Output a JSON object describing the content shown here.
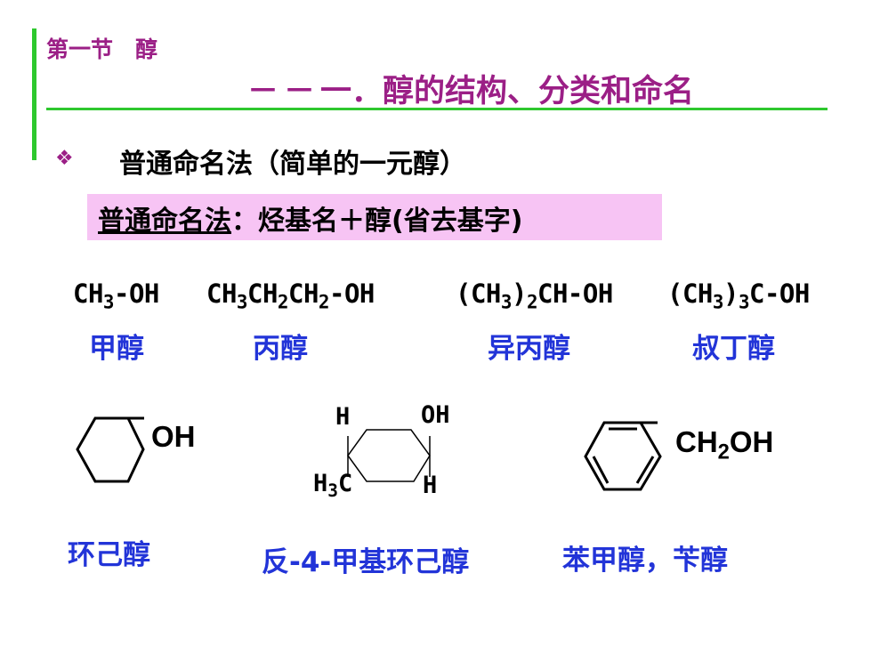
{
  "header": {
    "section": "第一节　醇",
    "title": "一．醇的结构、分类和命名"
  },
  "bullet": {
    "symbol": "❖",
    "text": "普通命名法（简单的一元醇）"
  },
  "rule": {
    "label": "普通命名法",
    "text": "：烃基名＋醇(省去基字)"
  },
  "examples": [
    {
      "name": "甲醇"
    },
    {
      "name": "丙醇"
    },
    {
      "name": "异丙醇"
    },
    {
      "name": "叔丁醇"
    }
  ],
  "structures": [
    {
      "name": "环己醇",
      "group": "OH"
    },
    {
      "name": "反-4-甲基环己醇",
      "top_left": "H",
      "top_right": "OH",
      "bottom_right": "H"
    },
    {
      "name": "苯甲醇，苄醇",
      "group_suffix": "OH"
    }
  ],
  "colors": {
    "accent_green": "#2ec82e",
    "title_purple": "#9b1f86",
    "label_blue": "#2234d8",
    "rule_box": "#f7c4f4"
  }
}
